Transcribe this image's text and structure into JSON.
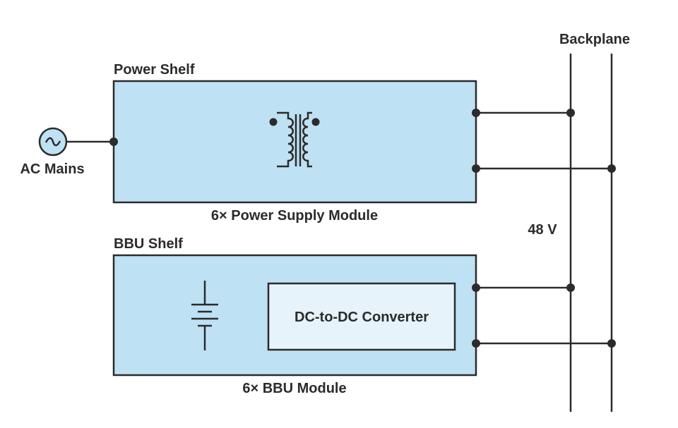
{
  "backplane": {
    "label": "Backplane"
  },
  "power_shelf": {
    "title": "Power Shelf",
    "caption": "6× Power Supply Module",
    "icon": "transformer-icon"
  },
  "ac_mains": {
    "label": "AC Mains",
    "icon": "ac-source-icon",
    "symbol": "~"
  },
  "bbu_shelf": {
    "title": "BBU Shelf",
    "caption": "6× BBU Module",
    "icon": "battery-icon",
    "converter_label": "DC-to-DC Converter"
  },
  "voltage_label": "48 V",
  "colors": {
    "box_fill": "#bfe1f4",
    "inner_box_fill": "#e6f3fb",
    "stroke": "#2b2b2b"
  }
}
